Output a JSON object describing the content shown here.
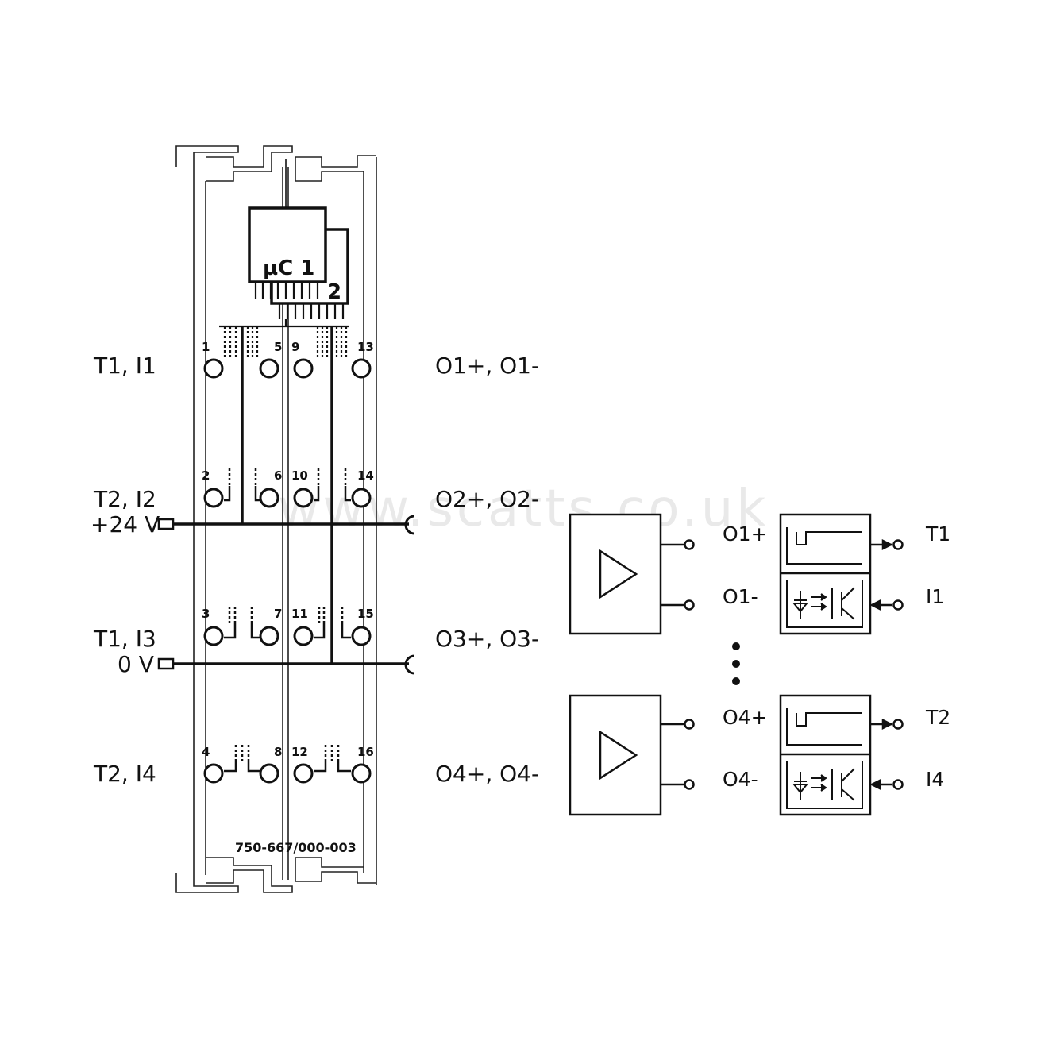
{
  "module": {
    "part_number": "750-667/000-003",
    "microcontroller_1": "µC 1",
    "microcontroller_2": "2"
  },
  "left_labels": {
    "row1": "T1, I1",
    "row2": "T2, I2",
    "supply_plus": "+24 V",
    "row3": "T1, I3",
    "supply_zero": "0 V",
    "row4": "T2, I4"
  },
  "right_labels": {
    "row1": "O1+, O1-",
    "row2": "O2+, O2-",
    "row3": "O3+, O3-",
    "row4": "O4+, O4-"
  },
  "terminal_numbers": {
    "row1": [
      "1",
      "5",
      "9",
      "13"
    ],
    "row2": [
      "2",
      "6",
      "10",
      "14"
    ],
    "row3": [
      "3",
      "7",
      "11",
      "15"
    ],
    "row4": [
      "4",
      "8",
      "12",
      "16"
    ]
  },
  "block_diagram": {
    "upper_outputs": [
      "O1+",
      "O1-"
    ],
    "lower_outputs": [
      "O4+",
      "O4-"
    ],
    "upper_io": [
      "T1",
      "I1"
    ],
    "lower_io": [
      "T2",
      "I4"
    ]
  },
  "watermark": "www.scatts.co.uk"
}
